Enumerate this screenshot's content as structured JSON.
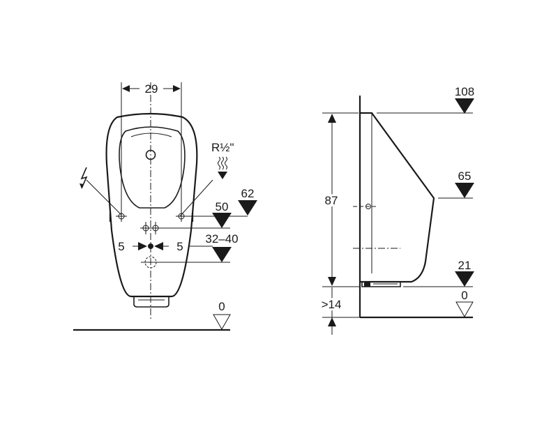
{
  "front_view": {
    "dim_width": "29",
    "dim_pipe": "R½\"",
    "dim_h62": "62",
    "dim_h50": "50",
    "dim_h3240": "32–40",
    "dim_offset_left": "5",
    "dim_offset_right": "5",
    "dim_floor": "0"
  },
  "side_view": {
    "dim_top": "108",
    "dim_height": "87",
    "dim_mid": "65",
    "dim_bottom": "21",
    "dim_gap": ">14",
    "dim_floor": "0"
  }
}
